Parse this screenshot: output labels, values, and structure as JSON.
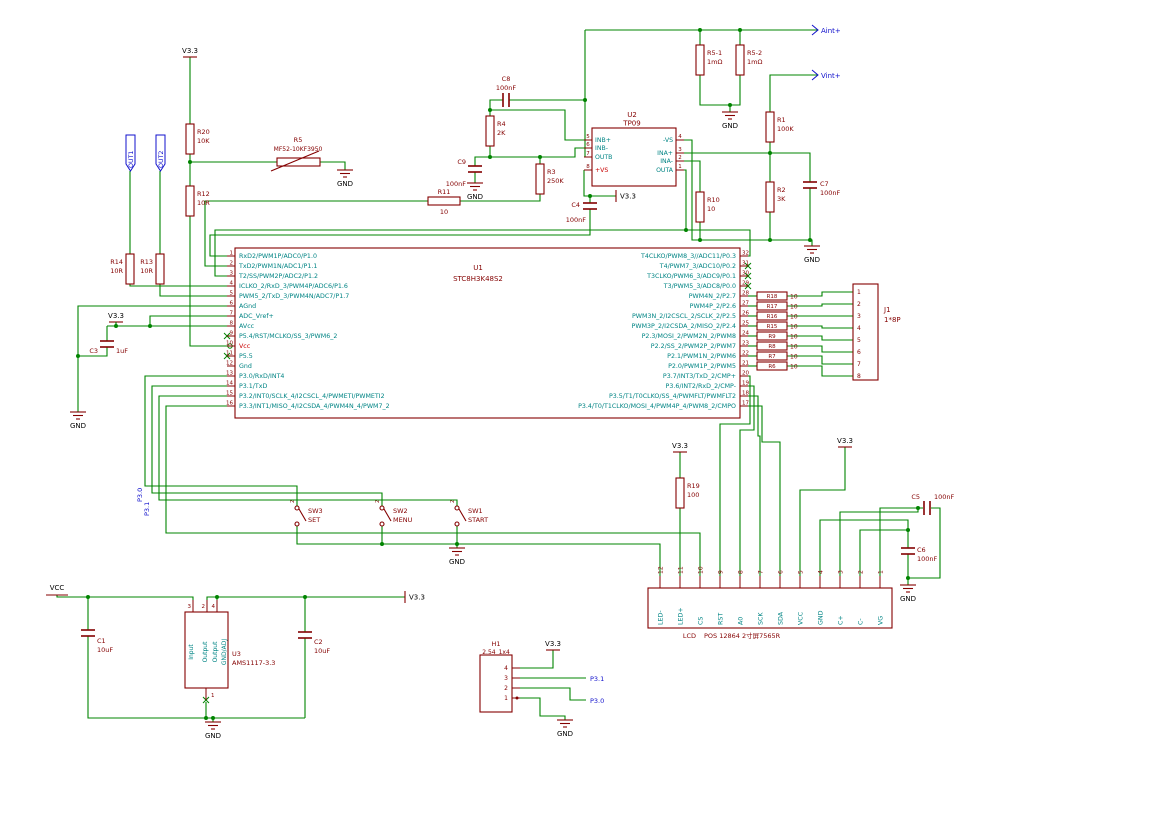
{
  "labels": {
    "v33": "V3.3",
    "gnd": "GND",
    "vcc": "VCC",
    "out1": "OUT1",
    "out2": "OUT2",
    "aint": "Aint+",
    "vint": "Vint+",
    "p30": "P3.0",
    "p31": "P3.1"
  },
  "u1": {
    "ref": "U1",
    "part": "STC8H3K48S2",
    "left_pins": [
      {
        "num": "1",
        "name": "RxD2/PWM1P/ADC0/P1.0"
      },
      {
        "num": "2",
        "name": "TxD2/PWM1N/ADC1/P1.1"
      },
      {
        "num": "3",
        "name": "T2/SS/PWM2P/ADC2/P1.2"
      },
      {
        "num": "4",
        "name": "ICLKO_2/RxD_3/PWM4P/ADC6/P1.6"
      },
      {
        "num": "5",
        "name": "PWM5_2/TxD_3/PWM4N/ADC7/P1.7"
      },
      {
        "num": "6",
        "name": "AGnd"
      },
      {
        "num": "7",
        "name": "ADC_Vref+"
      },
      {
        "num": "8",
        "name": "AVcc"
      },
      {
        "num": "9",
        "name": "P5.4/RST/MCLKO/SS_3/PWM6_2"
      },
      {
        "num": "10",
        "name": "Vcc",
        "red": true
      },
      {
        "num": "11",
        "name": "P5.5"
      },
      {
        "num": "12",
        "name": "Gnd"
      },
      {
        "num": "13",
        "name": "P3.0/RxD/INT4"
      },
      {
        "num": "14",
        "name": "P3.1/TxD"
      },
      {
        "num": "15",
        "name": "P3.2/INT0/SCLK_4/I2CSCL_4/PWMETI/PWMETI2"
      },
      {
        "num": "16",
        "name": "P3.3/INT1/MISO_4/I2CSDA_4/PWM4N_4/PWM7_2"
      }
    ],
    "right_pins": [
      {
        "num": "32",
        "name": "T4CLKO/PWM8_3//ADC11/P0.3"
      },
      {
        "num": "31",
        "name": "T4/PWM7_3/ADC10/P0.2"
      },
      {
        "num": "30",
        "name": "T3CLKO/PWM6_3/ADC9/P0.1"
      },
      {
        "num": "29",
        "name": "T3/PWM5_3/ADC8/P0.0"
      },
      {
        "num": "28",
        "name": "PWM4N_2/P2.7"
      },
      {
        "num": "27",
        "name": "PWM4P_2/P2.6"
      },
      {
        "num": "26",
        "name": "PWM3N_2/I2CSCL_2/SCLK_2/P2.5"
      },
      {
        "num": "25",
        "name": "PWM3P_2/I2CSDA_2/MISO_2/P2.4"
      },
      {
        "num": "24",
        "name": "P2.3/MOSI_2/PWM2N_2/PWM8"
      },
      {
        "num": "23",
        "name": "P2.2/SS_2/PWM2P_2/PWM7"
      },
      {
        "num": "22",
        "name": "P2.1/PWM1N_2/PWM6"
      },
      {
        "num": "21",
        "name": "P2.0/PWM1P_2/PWM5"
      },
      {
        "num": "20",
        "name": "P3.7/INT3/TxD_2/CMP+"
      },
      {
        "num": "19",
        "name": "P3.6/INT2/RxD_2/CMP-"
      },
      {
        "num": "18",
        "name": "P3.5/T1/T0CLKO/SS_4/PWMFLT/PWMFLT2"
      },
      {
        "num": "17",
        "name": "P3.4/T0/T1CLKO/MOSI_4/PWM4P_4/PWM8_2/CMPO"
      }
    ]
  },
  "u2": {
    "ref": "U2",
    "part": "TP09",
    "left_pins": [
      {
        "num": "5",
        "name": "INB+"
      },
      {
        "num": "6",
        "name": "INB-"
      },
      {
        "num": "7",
        "name": "OUTB"
      },
      {
        "num": "8",
        "name": "+VS",
        "red": true
      }
    ],
    "right_pins": [
      {
        "num": "4",
        "name": "-VS"
      },
      {
        "num": "3",
        "name": "INA+"
      },
      {
        "num": "2",
        "name": "INA-"
      },
      {
        "num": "1",
        "name": "OUTA"
      }
    ]
  },
  "u3": {
    "ref": "U3",
    "part": "AMS1117-3.3",
    "labels": [
      "Input",
      "Output",
      "Output",
      "GND/ADJ"
    ],
    "top_nums": [
      "3",
      "2",
      "4"
    ],
    "bottom_num": "1"
  },
  "resistors": [
    {
      "ref": "R20",
      "value": "10K"
    },
    {
      "ref": "R12",
      "value": "10R"
    },
    {
      "ref": "R14",
      "value": "10R"
    },
    {
      "ref": "R13",
      "value": "10R"
    },
    {
      "ref": "R4",
      "value": "2K"
    },
    {
      "ref": "R3",
      "value": "250K"
    },
    {
      "ref": "R5-1",
      "value": "1mΩ"
    },
    {
      "ref": "R5-2",
      "value": "1mΩ"
    },
    {
      "ref": "R1",
      "value": "100K"
    },
    {
      "ref": "R2",
      "value": "3K"
    },
    {
      "ref": "R10",
      "value": "10"
    },
    {
      "ref": "R19",
      "value": "100"
    }
  ],
  "r11": {
    "ref": "R11",
    "value": "10"
  },
  "r5": {
    "ref": "R5",
    "value": "MF52-10KF3950"
  },
  "chain": [
    {
      "ref": "R18",
      "value": "10"
    },
    {
      "ref": "R17",
      "value": "10"
    },
    {
      "ref": "R16",
      "value": "10"
    },
    {
      "ref": "R15",
      "value": "10"
    },
    {
      "ref": "R9",
      "value": "10"
    },
    {
      "ref": "R8",
      "value": "10"
    },
    {
      "ref": "R7",
      "value": "10"
    },
    {
      "ref": "R6",
      "value": "10"
    }
  ],
  "capacitors": [
    {
      "ref": "C8",
      "value": "100nF"
    },
    {
      "ref": "C9",
      "value": "100nF"
    },
    {
      "ref": "C4",
      "value": "100nF"
    },
    {
      "ref": "C3",
      "value": "1uF"
    },
    {
      "ref": "C7",
      "value": "100nF"
    },
    {
      "ref": "C1",
      "value": "10uF"
    },
    {
      "ref": "C2",
      "value": "10uF"
    },
    {
      "ref": "C5",
      "value": "100nF"
    },
    {
      "ref": "C6",
      "value": "100nF"
    }
  ],
  "switches": [
    {
      "ref": "SW3",
      "value": "SET",
      "pin": "2"
    },
    {
      "ref": "SW2",
      "value": "MENU",
      "pin": "2"
    },
    {
      "ref": "SW1",
      "value": "START",
      "pin": "2"
    }
  ],
  "j1": {
    "ref": "J1",
    "value": "1*8P",
    "pins": [
      "1",
      "2",
      "3",
      "4",
      "5",
      "6",
      "7",
      "8"
    ]
  },
  "h1": {
    "ref": "H1",
    "value": "2.54_1x4",
    "pins": [
      "4",
      "3",
      "2",
      "1"
    ]
  },
  "lcd": {
    "ref": "LCD",
    "value": "POS 12864 2寸屏7565R",
    "pins": [
      {
        "num": "12",
        "name": "LED-"
      },
      {
        "num": "11",
        "name": "LED+"
      },
      {
        "num": "10",
        "name": "CS"
      },
      {
        "num": "9",
        "name": "RST"
      },
      {
        "num": "8",
        "name": "A0"
      },
      {
        "num": "7",
        "name": "SCK"
      },
      {
        "num": "6",
        "name": "SDA"
      },
      {
        "num": "5",
        "name": "VCC"
      },
      {
        "num": "4",
        "name": "GND"
      },
      {
        "num": "3",
        "name": "C+"
      },
      {
        "num": "2",
        "name": "C-"
      },
      {
        "num": "1",
        "name": "VG"
      }
    ]
  },
  "colors": {
    "wire": "#008400",
    "component": "#840000",
    "pin_name": "#008484",
    "net_label": "#1010cc",
    "text": "#000000",
    "red": "#c80000"
  }
}
